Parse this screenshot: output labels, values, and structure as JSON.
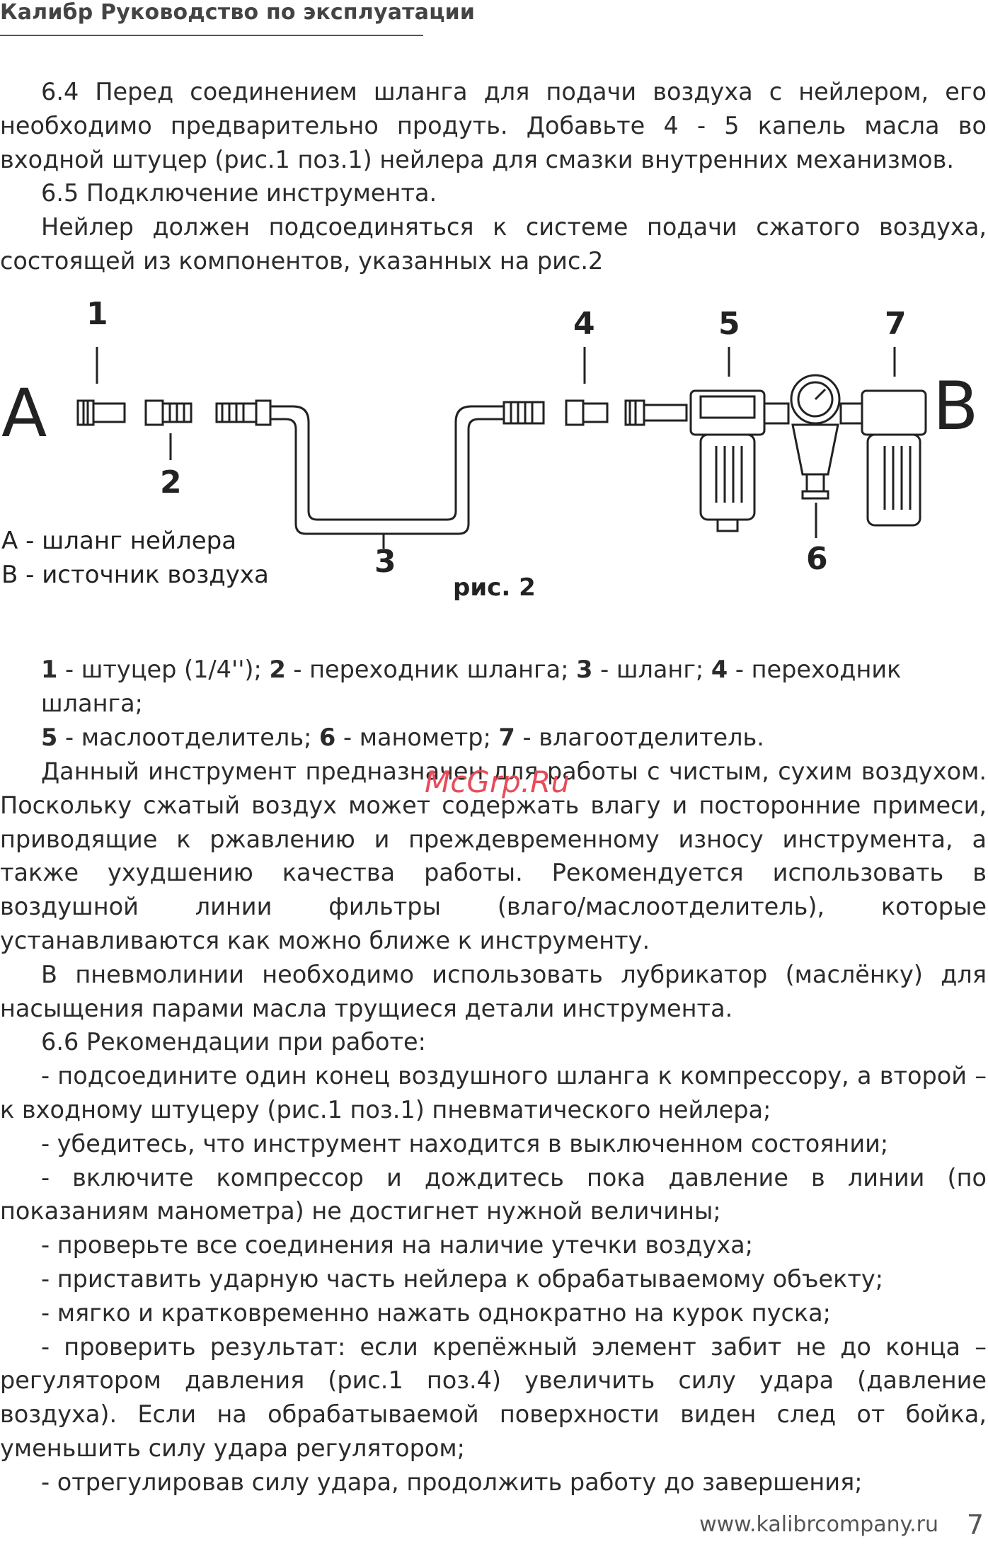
{
  "header": {
    "title": "Калибр Руководство по эксплуатации"
  },
  "intro": {
    "p1": "6.4 Перед соединением шланга для подачи воздуха с нейлером, его необходимо предварительно продуть. Добавьте 4 - 5 капель масла во входной штуцер (рис.1 поз.1) нейлера для смазки внутренних механизмов.",
    "p2": "6.5 Подключение инструмента.",
    "p3": "Нейлер должен подсоединяться к системе подачи сжатого воздуха, состоящей из компонентов, указанных на рис.2"
  },
  "figure": {
    "end_a": "A",
    "end_b": "B",
    "labels": [
      "1",
      "2",
      "3",
      "4",
      "5",
      "6",
      "7"
    ],
    "legend_a": "А - шланг нейлера",
    "legend_b": "В - источник воздуха",
    "caption": "рис. 2"
  },
  "parts_legend": {
    "n1": "1",
    "t1": " - штуцер (1/4'');",
    "n2": "2",
    "t2": " - переходник шланга;",
    "n3": "3",
    "t3": " - шланг;",
    "n4": "4",
    "t4": " - переходник шланга;",
    "n5": "5",
    "t5": " - маслоотделитель;",
    "n6": "6",
    "t6": " - манометр;",
    "n7": "7",
    "t7": " - влагоотделитель."
  },
  "watermark": "McGrp.Ru",
  "main": {
    "p1": "Данный инструмент предназначен для работы с чистым, сухим воздухом. Поскольку сжатый воздух может содержать влагу и посторонние примеси, приводящие к ржавлению и преждевременному износу инструмента, а также ухудшению качества работы. Рекомендуется использовать в воздушной линии фильтры (влаго/маслоотделитель), которые устанавливаются как можно ближе к инструменту.",
    "p2": "В пневмолинии необходимо использовать лубрикатор (маслёнку) для насыщения парами масла трущиеся детали инструмента.",
    "p3": "6.6 Рекомендации при работе:",
    "items": [
      "- подсоедините один конец воздушного шланга к компрессору, а второй – к входному штуцеру (рис.1 поз.1) пневматического нейлера;",
      "- убедитесь, что инструмент находится в выключенном состоянии;",
      "- включите компрессор и дождитесь пока давление в линии (по показаниям манометра) не достигнет нужной величины;",
      "- проверьте все соединения на наличие утечки воздуха;",
      "- приставить ударную часть нейлера к обрабатываемому объекту;",
      "- мягко и кратковременно нажать однократно на курок пуска;",
      "- проверить результат: если крепёжный элемент забит не до конца – регулятором давления (рис.1 поз.4) увеличить силу удара (давление воздуха). Если на обрабатываемой поверхности виден след от бойка, уменьшить силу удара регулятором;",
      "- отрегулировав силу удара, продолжить работу до завершения;"
    ]
  },
  "footer": {
    "url": "www.kalibrcompany.ru",
    "page": "7"
  }
}
